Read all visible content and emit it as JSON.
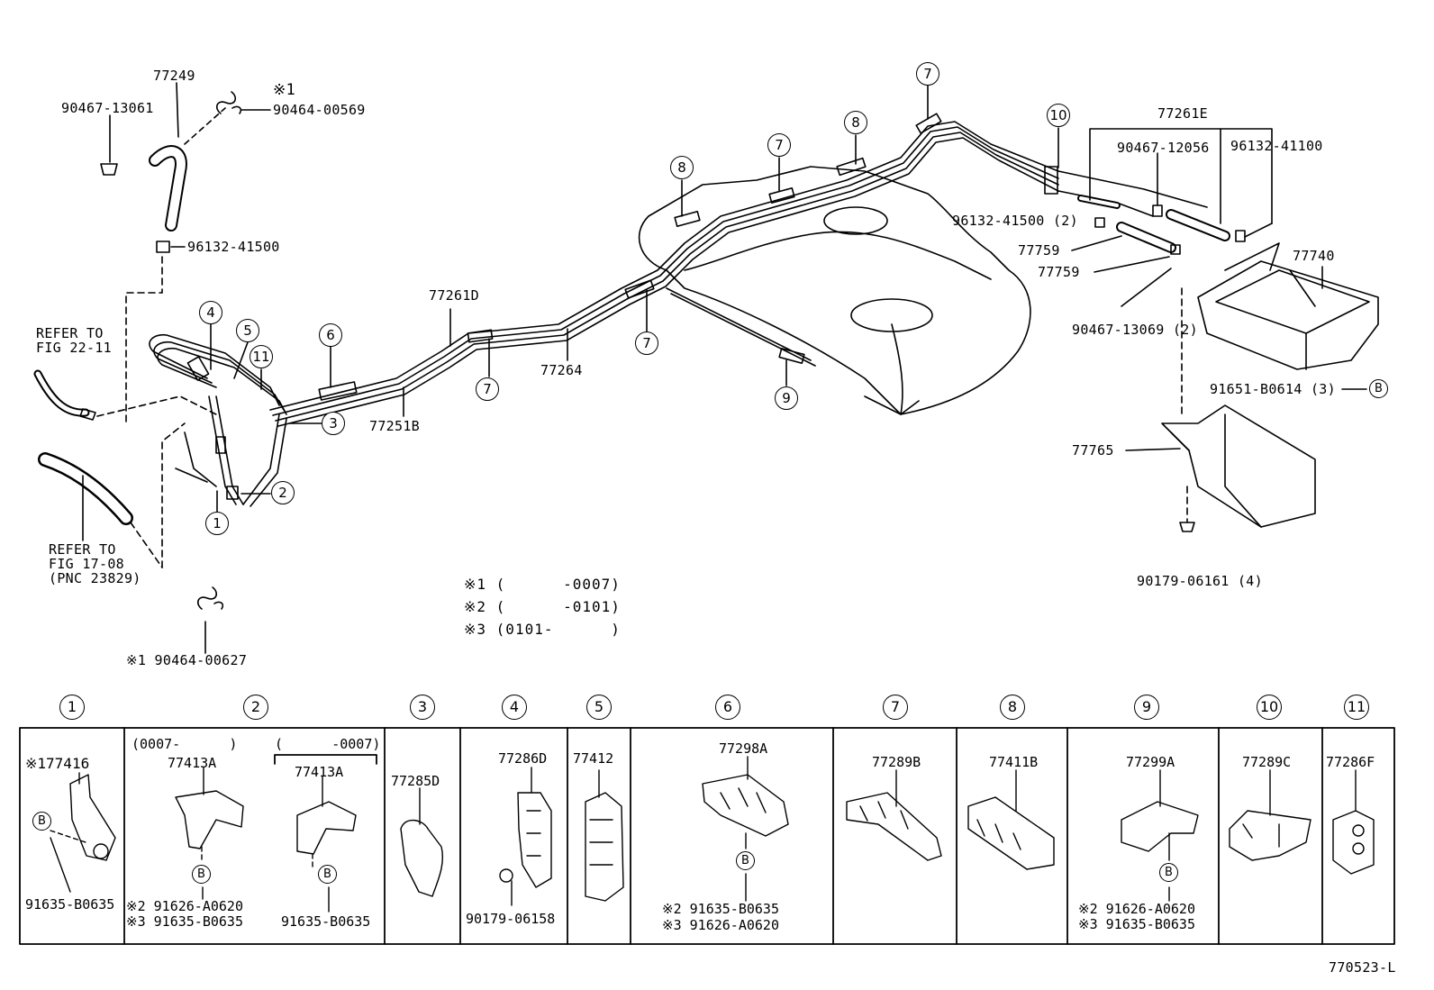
{
  "main_labels": {
    "p77249": "77249",
    "p90467_13061": "90467-13061",
    "star1_a": "※1",
    "p90464_00569": "90464-00569",
    "p96132_41500": "96132-41500",
    "refer1_a": "REFER TO",
    "refer1_b": "FIG 22-11",
    "refer2_a": "REFER TO",
    "refer2_b": "FIG 17-08",
    "refer2_c": "(PNC 23829)",
    "p77261D": "77261D",
    "p77264": "77264",
    "p77251B": "77251B",
    "p77261E": "77261E",
    "p90467_12056": "90467-12056",
    "p96132_41100": "96132-41100",
    "p96132_41500_2": "96132-41500 (2)",
    "p77759_a": "77759",
    "p77759_b": "77759",
    "p77740": "77740",
    "p90467_13069": "90467-13069 (2)",
    "p91651_B0614": "91651-B0614 (3)",
    "p77765": "77765",
    "p90179_06161": "90179-06161 (4)",
    "p90464_00627": "※1 90464-00627",
    "code": "770523-L"
  },
  "notes": [
    "※1 (      -0007)",
    "※2 (      -0101)",
    "※3 (0101-      )"
  ],
  "callouts": {
    "c1": "1",
    "c2": "2",
    "c3": "3",
    "c4": "4",
    "c5": "5",
    "c6": "6",
    "c7a": "7",
    "c7b": "7",
    "c7c": "7",
    "c7d": "7",
    "c8a": "8",
    "c8b": "8",
    "c9": "9",
    "c10": "10",
    "c11": "11",
    "cB": "B"
  },
  "table": {
    "headers": [
      "1",
      "2",
      "3",
      "4",
      "5",
      "6",
      "7",
      "8",
      "9",
      "10",
      "11"
    ],
    "cell1": {
      "part": "※177416",
      "b": "B",
      "sub": "91635-B0635"
    },
    "cell2": {
      "range_a": "(0007-      )",
      "part_a": "77413A",
      "range_b": "(      -0007)",
      "part_b": "77413A",
      "b_a": "B",
      "b_b": "B",
      "sub_a1": "※2 91626-A0620",
      "sub_a2": "※3 91635-B0635",
      "sub_b": "91635-B0635"
    },
    "cell3": {
      "part": "77285D"
    },
    "cell4": {
      "part": "77286D",
      "sub": "90179-06158"
    },
    "cell5": {
      "part": "77412"
    },
    "cell6": {
      "part": "77298A",
      "b": "B",
      "sub1": "※2 91635-B0635",
      "sub2": "※3 91626-A0620"
    },
    "cell7": {
      "part": "77289B"
    },
    "cell8": {
      "part": "77411B"
    },
    "cell9": {
      "part": "77299A",
      "b": "B",
      "sub1": "※2 91626-A0620",
      "sub2": "※3 91635-B0635"
    },
    "cell10": {
      "part": "77289C"
    },
    "cell11": {
      "part": "77286F"
    }
  }
}
